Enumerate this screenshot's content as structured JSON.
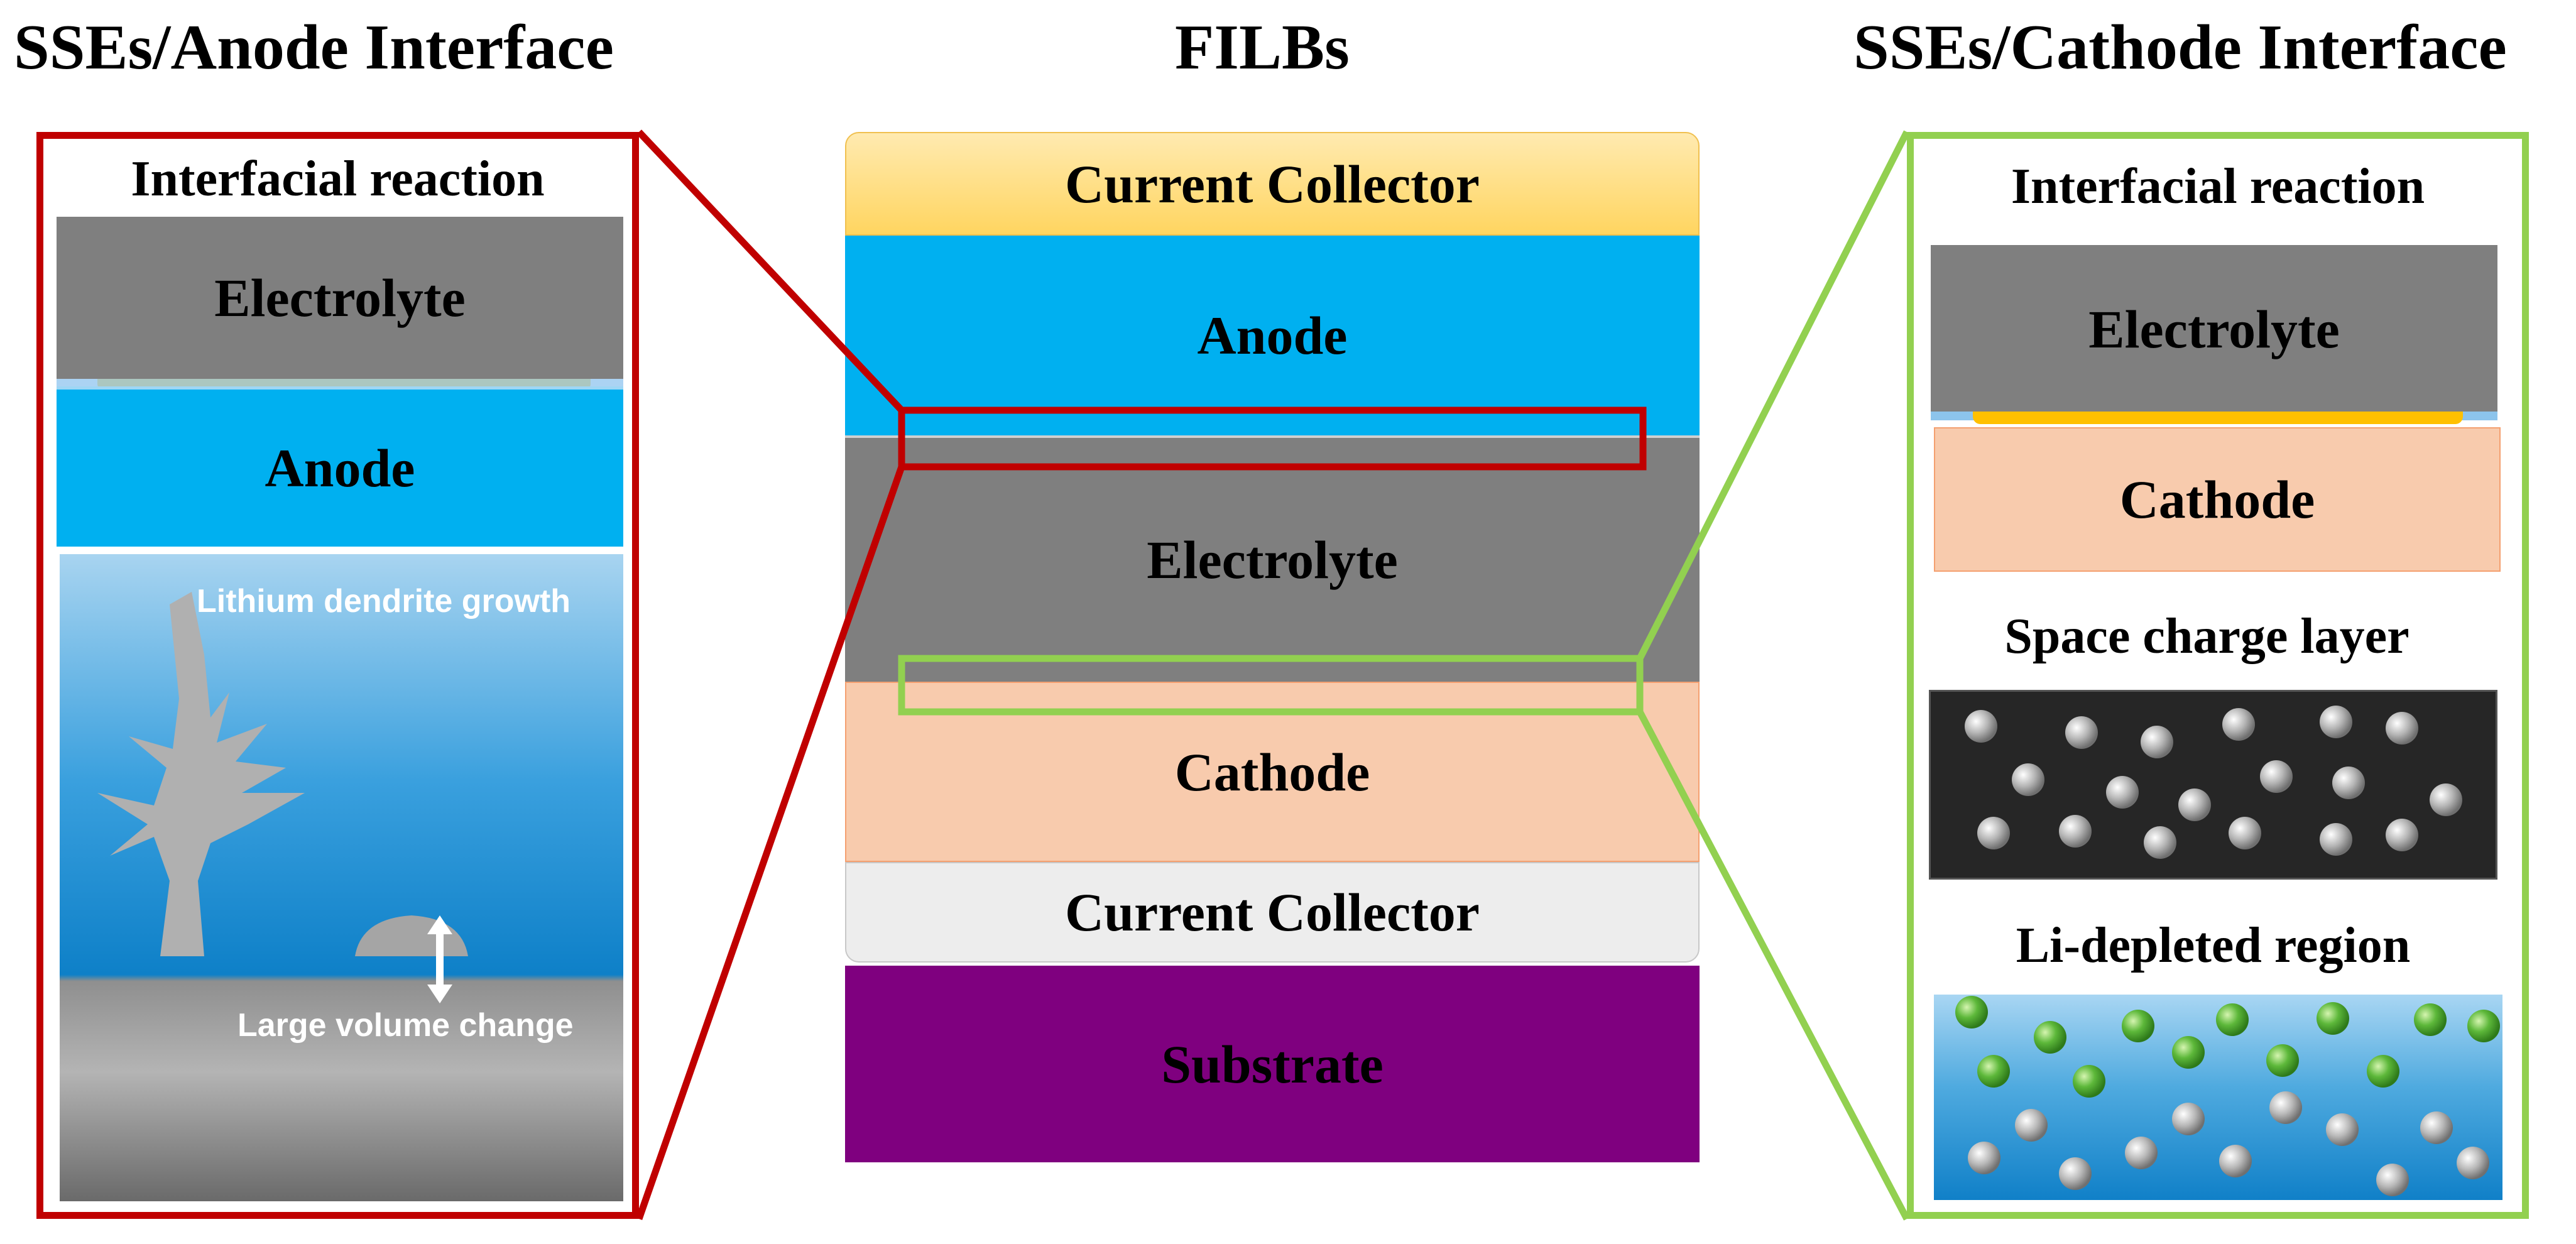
{
  "titles": {
    "left": "SSEs/Anode Interface",
    "center": "FILBs",
    "right": "SSEs/Cathode Interface"
  },
  "stack": {
    "current_collector_top": "Current Collector",
    "anode": "Anode",
    "electrolyte": "Electrolyte",
    "cathode": "Cathode",
    "current_collector_bottom": "Current Collector",
    "substrate": "Substrate"
  },
  "left_panel": {
    "heading": "Interfacial reaction",
    "electrolyte": "Electrolyte",
    "anode": "Anode",
    "dendrite_label": "Lithium dendrite growth",
    "volume_label": "Large volume change"
  },
  "right_panel": {
    "heading": "Interfacial reaction",
    "electrolyte": "Electrolyte",
    "cathode": "Cathode",
    "space_charge_heading": "Space charge layer",
    "depleted_heading": "Li-depleted region"
  },
  "colors": {
    "anode": "#00B0F0",
    "electrolyte": "#7F7F7F",
    "cathode": "#F8CBAD",
    "collector_top": "#FFD965",
    "collector_bottom": "#EDEDED",
    "substrate": "#7F007F",
    "anode_callout": "#C00000",
    "cathode_callout": "#92D050"
  }
}
